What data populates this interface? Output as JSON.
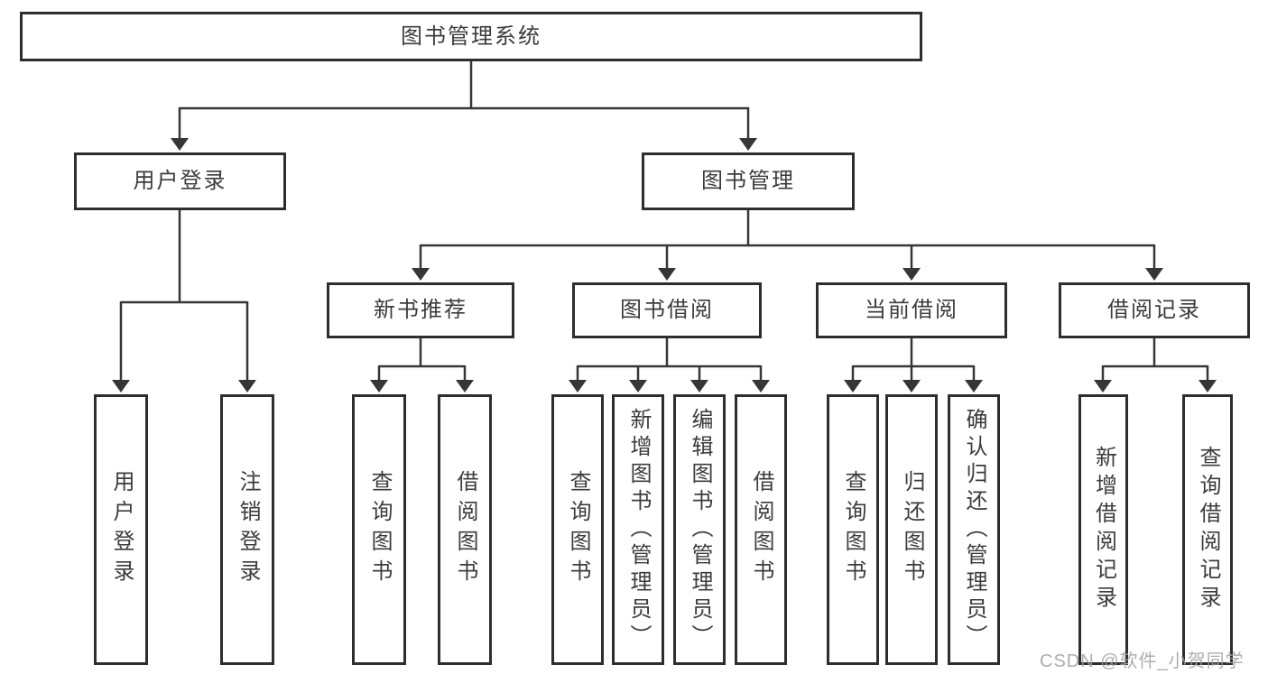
{
  "diagram": {
    "type": "functional-structure-tree",
    "colors": {
      "background": "#ffffff",
      "box_border": "#2e2e2e",
      "connector_line": "#363636",
      "text": "#3c3c3c",
      "watermark_text": "#9f9f9f"
    }
  },
  "watermark": {
    "text": "CSDN @软件_小贺同学"
  },
  "tree": {
    "label": "图书管理系统",
    "children": [
      {
        "label": "用户登录",
        "children": [
          {
            "label": "用户登录"
          },
          {
            "label": "注销登录"
          }
        ]
      },
      {
        "label": "图书管理",
        "children": [
          {
            "label": "新书推荐",
            "children": [
              {
                "label": "查询图书"
              },
              {
                "label": "借阅图书"
              }
            ]
          },
          {
            "label": "图书借阅",
            "children": [
              {
                "label": "查询图书"
              },
              {
                "label": "新增图书（管理员）"
              },
              {
                "label": "编辑图书（管理员）"
              },
              {
                "label": "借阅图书"
              }
            ]
          },
          {
            "label": "当前借阅",
            "children": [
              {
                "label": "查询图书"
              },
              {
                "label": "归还图书"
              },
              {
                "label": "确认归还（管理员）"
              }
            ]
          },
          {
            "label": "借阅记录",
            "children": [
              {
                "label": "新增借阅记录"
              },
              {
                "label": "查询借阅记录"
              }
            ]
          }
        ]
      }
    ]
  }
}
